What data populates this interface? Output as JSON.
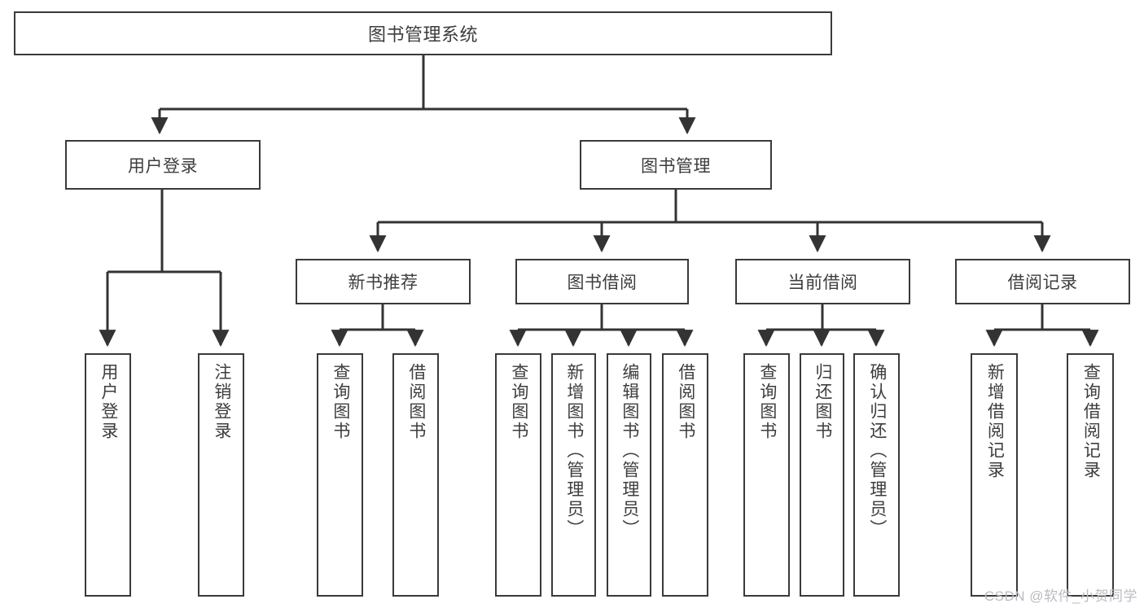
{
  "diagram": {
    "title": "图书管理系统",
    "type": "tree-structure-chart",
    "colors": {
      "box_border": "#3a3a3a",
      "box_fill": "#ffffff",
      "text": "#3d3d3d",
      "connector": "#333333",
      "watermark": "#b9bcc1"
    },
    "nodes": {
      "root": {
        "label": "图书管理系统"
      },
      "level2": [
        {
          "id": "user-login",
          "label": "用户登录"
        },
        {
          "id": "book-management",
          "label": "图书管理"
        }
      ],
      "level3": [
        {
          "id": "new-book-recommend",
          "label": "新书推荐"
        },
        {
          "id": "book-borrow",
          "label": "图书借阅"
        },
        {
          "id": "current-borrow",
          "label": "当前借阅"
        },
        {
          "id": "borrow-record",
          "label": "借阅记录"
        }
      ],
      "leaves": {
        "user-login": [
          {
            "id": "leaf-user-login",
            "label": "用户登录"
          },
          {
            "id": "leaf-logout-login",
            "label": "注销登录"
          }
        ],
        "new-book-recommend": [
          {
            "id": "leaf-query-book-1",
            "label": "查询图书"
          },
          {
            "id": "leaf-borrow-book-1",
            "label": "借阅图书"
          }
        ],
        "book-borrow": [
          {
            "id": "leaf-query-book-2",
            "label": "查询图书"
          },
          {
            "id": "leaf-add-book",
            "label": "新增图书（管理员）"
          },
          {
            "id": "leaf-edit-book",
            "label": "编辑图书（管理员）"
          },
          {
            "id": "leaf-borrow-book-2",
            "label": "借阅图书"
          }
        ],
        "current-borrow": [
          {
            "id": "leaf-query-book-3",
            "label": "查询图书"
          },
          {
            "id": "leaf-return-book",
            "label": "归还图书"
          },
          {
            "id": "leaf-confirm-return",
            "label": "确认归还（管理员）"
          }
        ],
        "borrow-record": [
          {
            "id": "leaf-add-record",
            "label": "新增借阅记录"
          },
          {
            "id": "leaf-query-record",
            "label": "查询借阅记录"
          }
        ]
      }
    },
    "watermark": "CSDN @软件_小贺同学"
  }
}
